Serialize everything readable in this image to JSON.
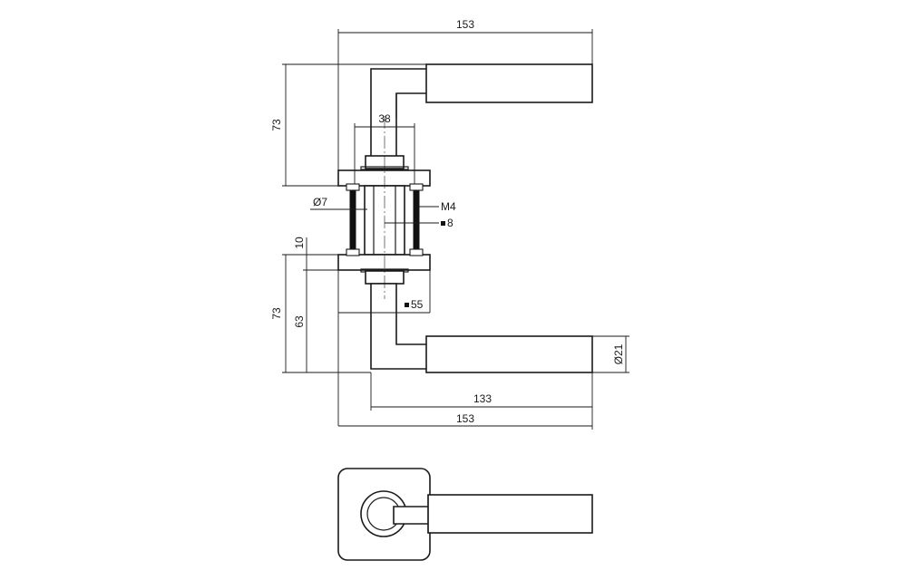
{
  "colors": {
    "line": "#1a1a1a",
    "fill": "#ffffff",
    "bolt": "#111111"
  },
  "dimensions": {
    "total_length_top": "153",
    "total_length_bottom": "153",
    "lever_length": "133",
    "height_upper": "73",
    "height_lower": "73",
    "height_63": "63",
    "offset_10": "10",
    "spindle_spacing": "38",
    "bolt_diameter": "Ø7",
    "thread": "M4",
    "spindle_square": "8",
    "rose_square": "55",
    "grip_diameter": "Ø21"
  }
}
